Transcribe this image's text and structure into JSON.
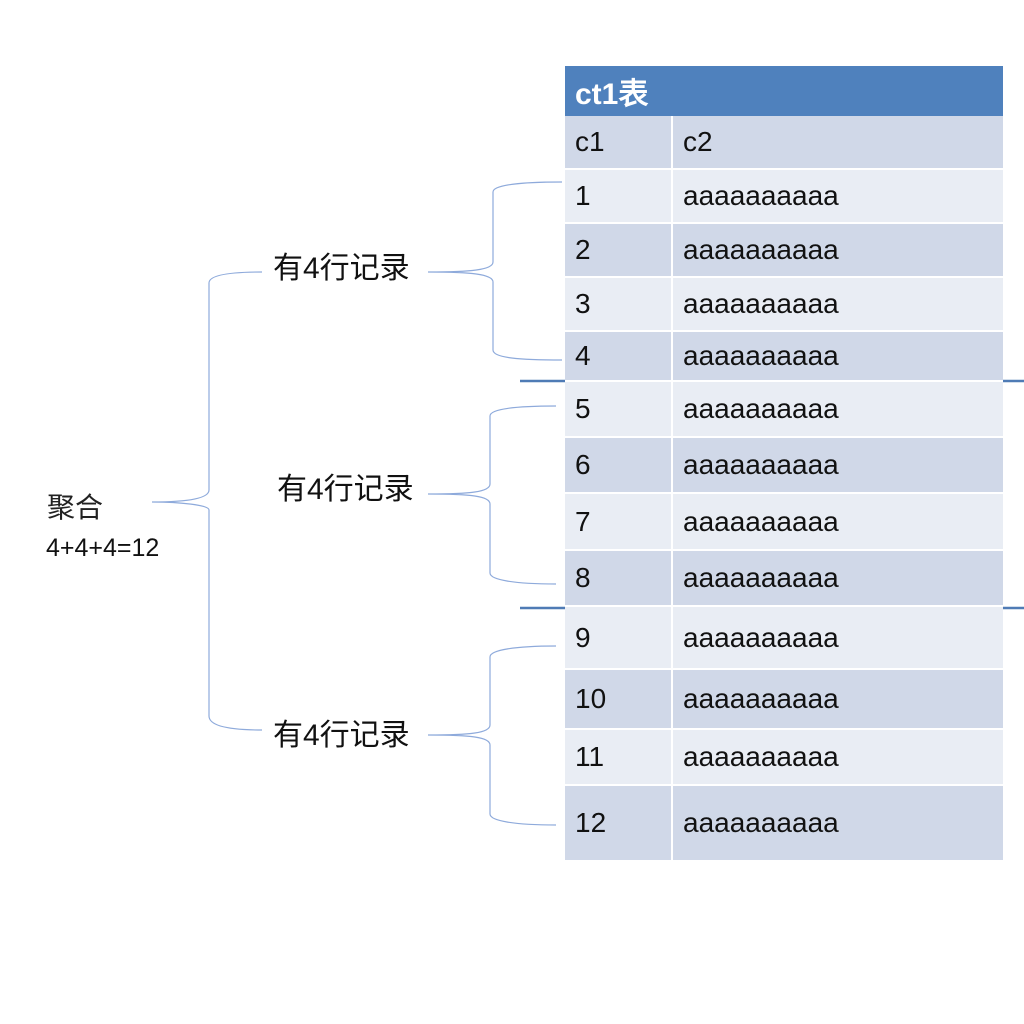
{
  "table": {
    "title": "ct1表",
    "header": [
      "c1",
      "c2"
    ],
    "rows": [
      [
        "1",
        "aaaaaaaaaa"
      ],
      [
        "2",
        "aaaaaaaaaa"
      ],
      [
        "3",
        "aaaaaaaaaa"
      ],
      [
        "4",
        "aaaaaaaaaa"
      ],
      [
        "5",
        "aaaaaaaaaa"
      ],
      [
        "6",
        "aaaaaaaaaa"
      ],
      [
        "7",
        "aaaaaaaaaa"
      ],
      [
        "8",
        "aaaaaaaaaa"
      ],
      [
        "9",
        "aaaaaaaaaa"
      ],
      [
        "10",
        "aaaaaaaaaa"
      ],
      [
        "11",
        "aaaaaaaaaa"
      ],
      [
        "12",
        "aaaaaaaaaa"
      ]
    ]
  },
  "groups": [
    {
      "label": "有4行记录"
    },
    {
      "label": "有4行记录"
    },
    {
      "label": "有4行记录"
    }
  ],
  "aggregate": {
    "title": "聚合",
    "formula": "4+4+4=12"
  },
  "colors": {
    "title_bg": "#4F81BD",
    "row_dark": "#D0D8E8",
    "row_light": "#E9EDF4",
    "bracket_line": "#8EAADB",
    "divider_line": "#4F7BB5"
  }
}
